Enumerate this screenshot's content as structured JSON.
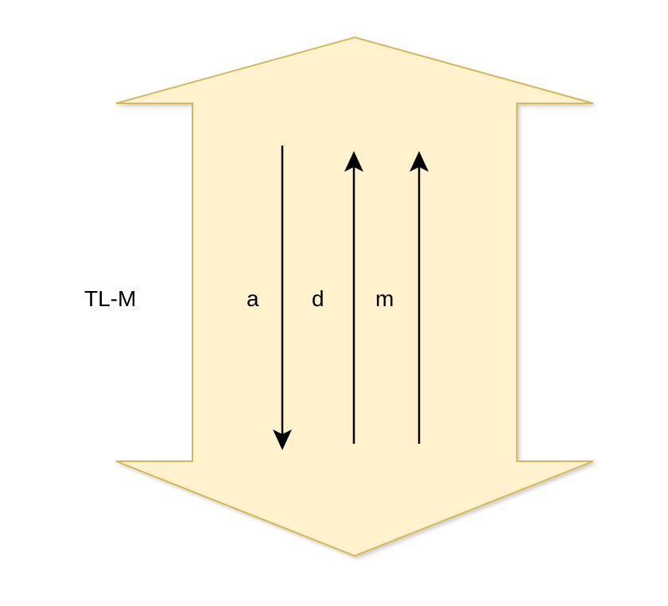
{
  "labels": {
    "side": "TL-M",
    "arrow_a": "a",
    "arrow_d": "d",
    "arrow_m": "m"
  },
  "colors": {
    "shape_fill": "#fff2cc",
    "shape_stroke": "#d6b656",
    "arrow": "#000000"
  }
}
